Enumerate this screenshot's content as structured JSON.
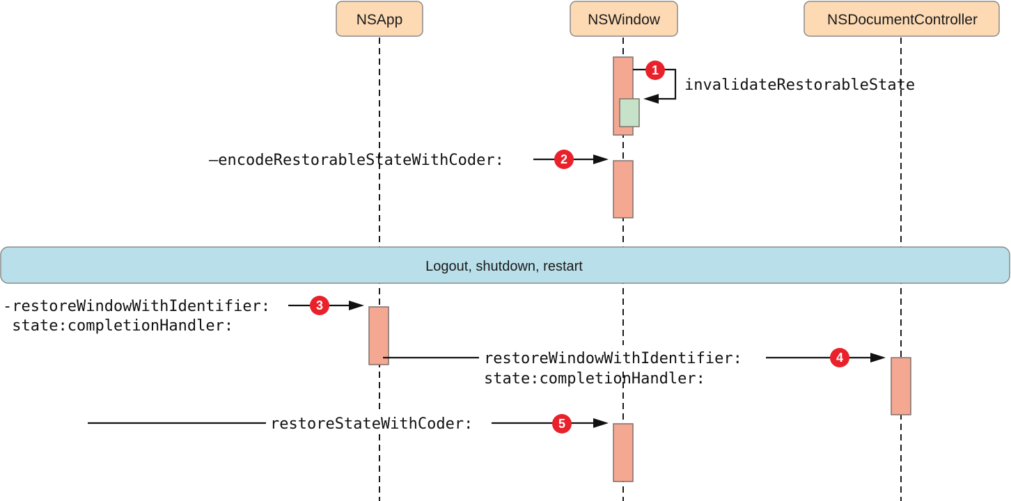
{
  "participants": [
    {
      "id": "nsapp",
      "label": "NSApp"
    },
    {
      "id": "nswindow",
      "label": "NSWindow"
    },
    {
      "id": "nsdocumentcontroller",
      "label": "NSDocumentController"
    }
  ],
  "banner": {
    "label": "Logout, shutdown, restart"
  },
  "messages": [
    {
      "step": "1",
      "lines": [
        "invalidateRestorableState"
      ]
    },
    {
      "step": "2",
      "lines": [
        "—encodeRestorableStateWithCoder:"
      ]
    },
    {
      "step": "3",
      "lines": [
        "-restoreWindowWithIdentifier:",
        " state:completionHandler:"
      ]
    },
    {
      "step": "4",
      "lines": [
        "restoreWindowWithIdentifier:",
        "state:completionHandler:"
      ]
    },
    {
      "step": "5",
      "lines": [
        "restoreStateWithCoder:"
      ]
    }
  ],
  "colors": {
    "participant_fill": "#fddab4",
    "activation_fill": "#f4a892",
    "nested_activation_fill": "#c6e2c9",
    "banner_fill": "#b9e0ea",
    "step_marker": "#e8212b"
  }
}
